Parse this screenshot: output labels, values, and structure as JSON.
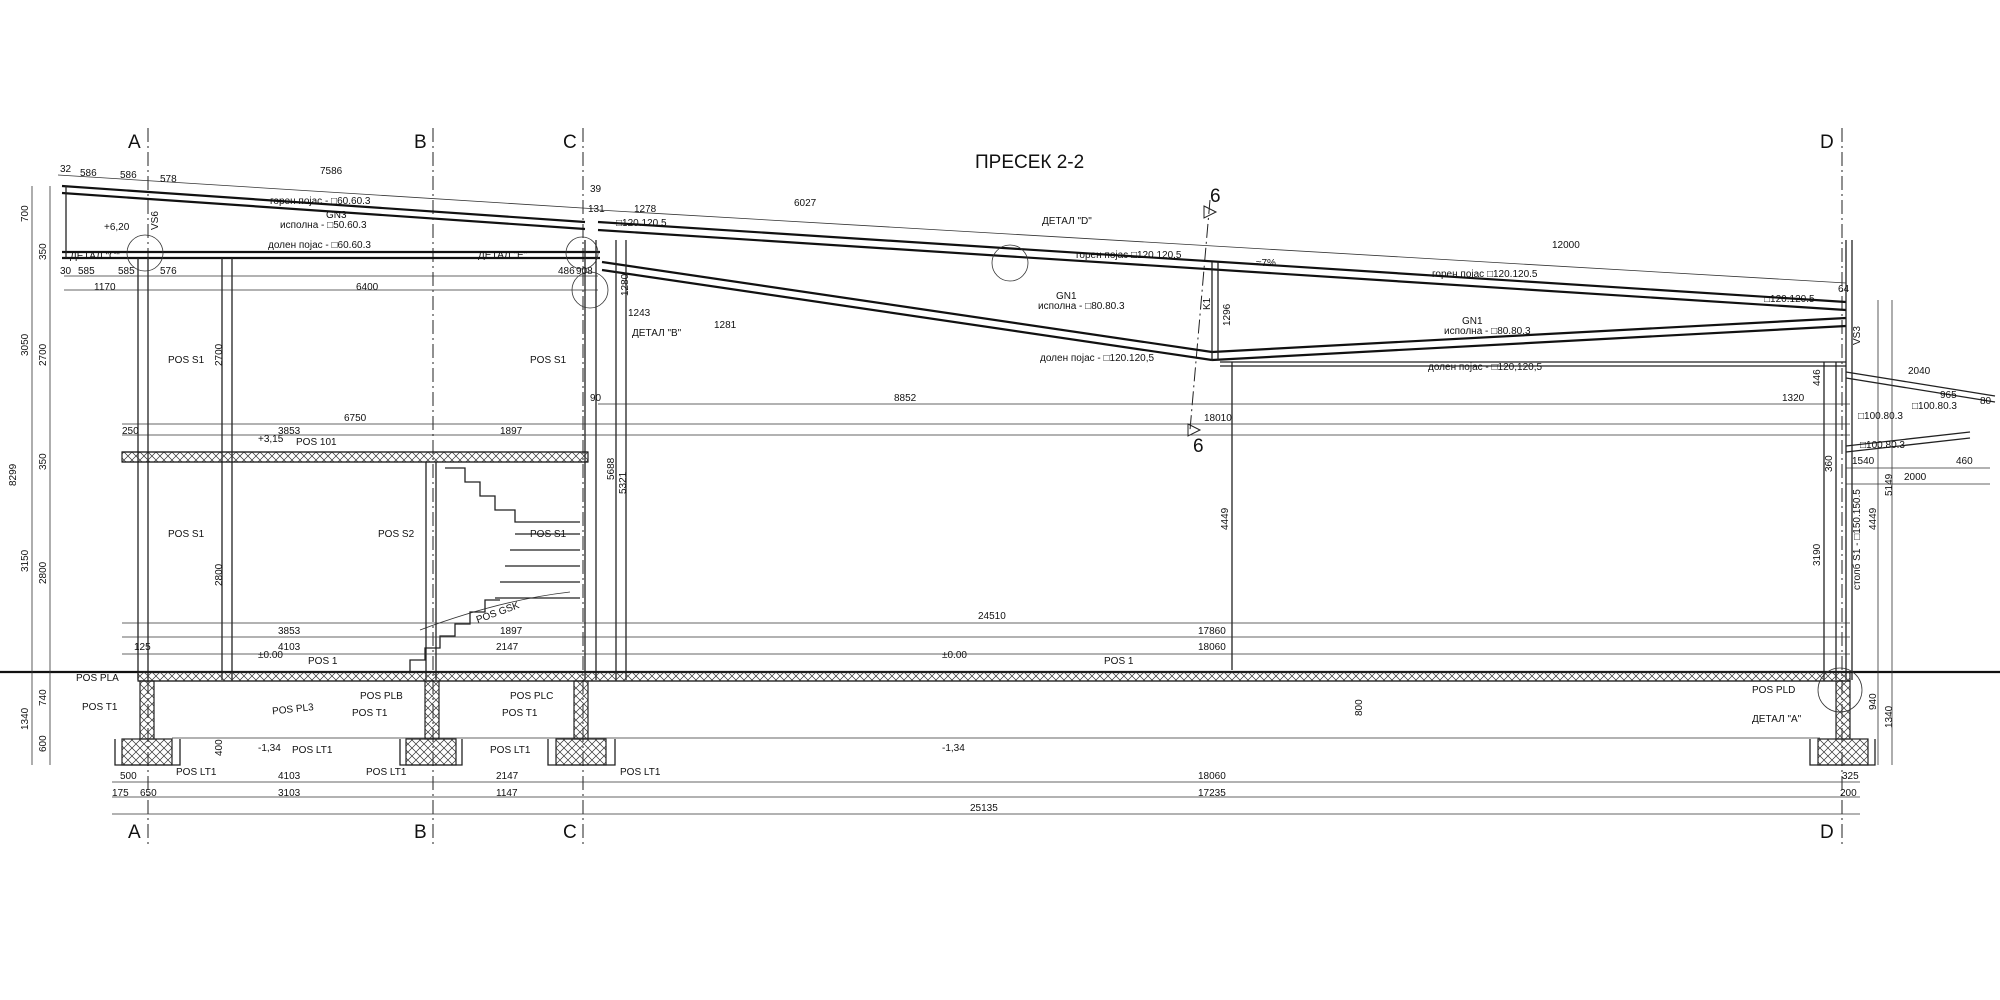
{
  "title": "ПРЕСЕК 2-2",
  "axes": [
    "A",
    "B",
    "C",
    "D"
  ],
  "section_mark": "6",
  "labels": {
    "top_chord_1": "горен појас - □60.60.3",
    "fill_1": "исполна - □50.60.3",
    "bottom_chord_1": "долен појас - □60.60.3",
    "gn3": "GN3",
    "top_chord_2": "горен појас □120.120.5",
    "top_chord_3": "горен појас □120.120.5",
    "gn1_a": "GN1",
    "fill_gn1_a": "исполна - □80.80.3",
    "gn1_b": "GN1",
    "fill_gn1_b": "исполна - □80.80.3",
    "bottom_chord_2": "долен појас - □120.120,5",
    "bottom_chord_3": "долен појас - □120,120,5",
    "k1": "K1",
    "slope": "≈7%",
    "detail_c": "ДЕТАЛ \"C\"",
    "detail_e": "ДЕТАЛ \"E\"",
    "detail_b": "ДЕТАЛ \"B\"",
    "detail_d": "ДЕТАЛ \"D\"",
    "detail_a": "ДЕТАЛ \"A\"",
    "col_s1_a": "POS S1",
    "col_s1_b": "POS S1",
    "col_s1_c": "POS S1",
    "col_s2": "POS S2",
    "col_s1_stair": "POS S1",
    "pos_101": "POS 101",
    "pos_gsk": "POS GSK",
    "pos_1_a": "POS 1",
    "pos_1_b": "POS 1",
    "pla": "POS PLA",
    "plb": "POS PLB",
    "plc": "POS PLC",
    "pld": "POS PLD",
    "pl3": "POS PL3",
    "t1_a": "POS T1",
    "t1_b": "POS T1",
    "t1_c": "POS T1",
    "lt1_a": "POS LT1",
    "lt1_b": "POS LT1",
    "lt1_c": "POS LT1",
    "lt1_d": "POS LT1",
    "lt1_e": "POS LT1",
    "vs6": "VS6",
    "vs3": "VS3",
    "col_d": "столб S1 - □150.150.5",
    "purlin_100a": "□100.80.3",
    "purlin_100b": "□100.80.3",
    "purlin_100c": "□100.80.3",
    "purlin_120": "□120.120.5",
    "purlin_120b": "□120.120.5",
    "lvl_620": "+6,20",
    "lvl_315": "+3,15",
    "lvl_000a": "±0.00",
    "lvl_000b": "±0.00",
    "lvl_134a": "-1,34",
    "lvl_134b": "-1,34"
  },
  "dims": {
    "top_7586": "7586",
    "top_6027": "6027",
    "top_12000": "12000",
    "s586a": "586",
    "s586b": "586",
    "s32": "32",
    "s39": "39",
    "s131": "131",
    "s578": "578",
    "s1278": "1278",
    "s1281": "1281",
    "r585a": "585",
    "r585b": "585",
    "r576": "576",
    "r486": "486",
    "r908": "908",
    "r30": "30",
    "r1170": "1170",
    "r6400": "6400",
    "d6750": "6750",
    "d8852": "8852",
    "d18010": "18010",
    "d1320": "1320",
    "d90": "90",
    "d250": "250",
    "d3853": "3853",
    "d1897": "1897",
    "d24510": "24510",
    "d17860": "17860",
    "d125": "125",
    "d4103": "4103",
    "d2147": "2147",
    "d18060": "18060",
    "b500": "500",
    "b325": "325",
    "b175": "175",
    "b650": "650",
    "b3103": "3103",
    "b1147": "1147",
    "b17235": "17235",
    "b200": "200",
    "b25135": "25135",
    "v700": "700",
    "v350": "350",
    "v3050": "3050",
    "v2700": "2700",
    "v8299": "8299",
    "v3150": "3150",
    "v2800": "2800",
    "v1340": "1340",
    "v740": "740",
    "v600": "600",
    "v400": "400",
    "v5688": "5688",
    "v5321": "5321",
    "v4449": "4449",
    "v1296": "1296",
    "v3190": "3190",
    "v5149": "5149",
    "v800": "800",
    "v940": "940",
    "v446": "446",
    "v360": "360",
    "e2040": "2040",
    "e965": "965",
    "e1540": "1540",
    "e460": "460",
    "e2000": "2000",
    "e80": "80",
    "e64": "64",
    "e1243": "1243",
    "e1280": "1280"
  }
}
